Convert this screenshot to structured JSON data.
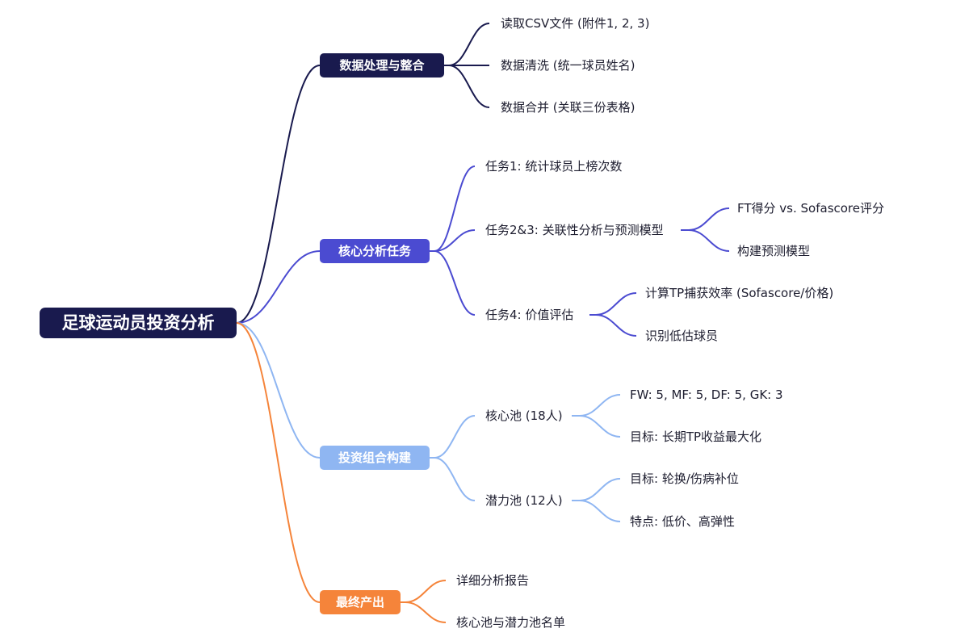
{
  "root": {
    "label": "足球运动员投资分析",
    "color": "#191a4e"
  },
  "branches": [
    {
      "label": "数据处理与整合",
      "color": "#191a4e",
      "children": [
        {
          "label": "读取CSV文件 (附件1, 2, 3)"
        },
        {
          "label": "数据清洗 (统一球员姓名)"
        },
        {
          "label": "数据合并 (关联三份表格)"
        }
      ]
    },
    {
      "label": "核心分析任务",
      "color": "#4b4bd1",
      "children": [
        {
          "label": "任务1: 统计球员上榜次数"
        },
        {
          "label": "任务2&3: 关联性分析与预测模型",
          "children": [
            {
              "label": "FT得分 vs. Sofascore评分"
            },
            {
              "label": "构建预测模型"
            }
          ]
        },
        {
          "label": "任务4: 价值评估",
          "children": [
            {
              "label": "计算TP捕获效率 (Sofascore/价格)"
            },
            {
              "label": "识别低估球员"
            }
          ]
        }
      ]
    },
    {
      "label": "投资组合构建",
      "color": "#8fb6f2",
      "children": [
        {
          "label": "核心池 (18人)",
          "children": [
            {
              "label": "FW: 5, MF: 5, DF: 5, GK: 3"
            },
            {
              "label": "目标: 长期TP收益最大化"
            }
          ]
        },
        {
          "label": "潜力池 (12人)",
          "children": [
            {
              "label": "目标: 轮换/伤病补位"
            },
            {
              "label": "特点: 低价、高弹性"
            }
          ]
        }
      ]
    },
    {
      "label": "最终产出",
      "color": "#f5843a",
      "children": [
        {
          "label": "详细分析报告"
        },
        {
          "label": "核心池与潜力池名单"
        }
      ]
    }
  ]
}
